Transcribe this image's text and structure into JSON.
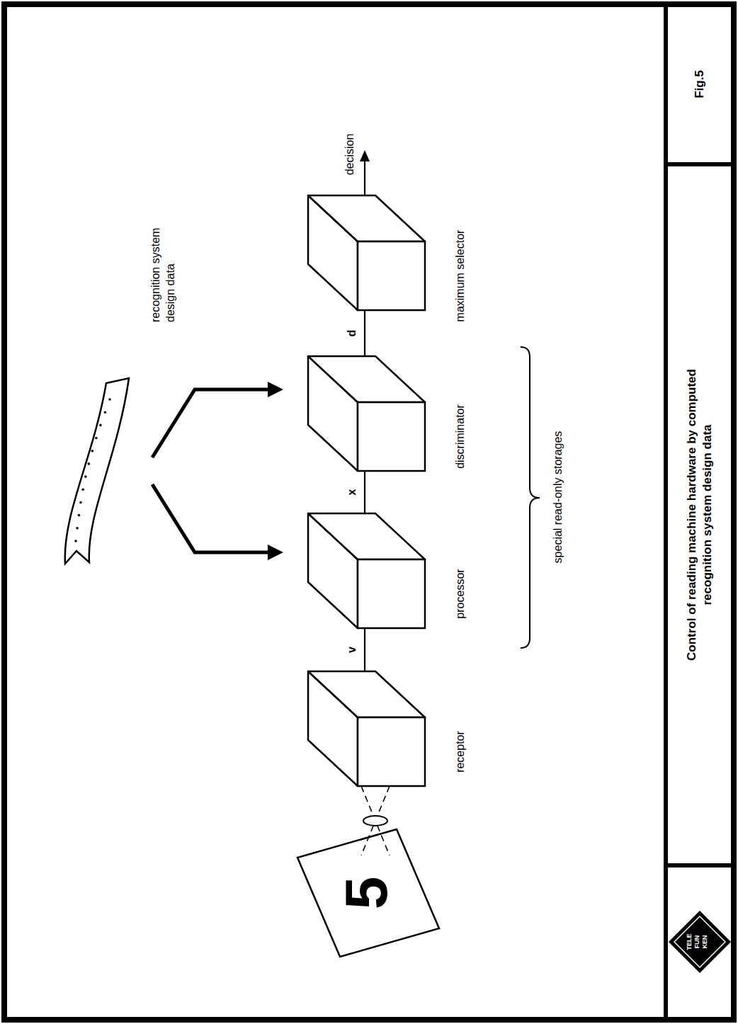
{
  "diagram": {
    "caption": "Control of reading machine hardware by computed recognition system design data",
    "nodes": [
      {
        "text": [
          "receptor"
        ]
      },
      {
        "text": [
          "processor"
        ]
      },
      {
        "text": [
          "discriminator"
        ]
      },
      {
        "text": [
          "maximum selector"
        ]
      }
    ],
    "edges": [
      {
        "from": 0,
        "to": 1,
        "label": "v",
        "arrow": "none"
      },
      {
        "from": 1,
        "to": 2,
        "label": "x",
        "arrow": "none"
      },
      {
        "from": 2,
        "to": 3,
        "label": "d",
        "arrow": "none"
      }
    ],
    "labels": [
      "recognition system design data",
      "special read-only storages",
      "decision",
      "5",
      "TELE",
      "FUN",
      "KEN",
      "Fig.5"
    ]
  }
}
